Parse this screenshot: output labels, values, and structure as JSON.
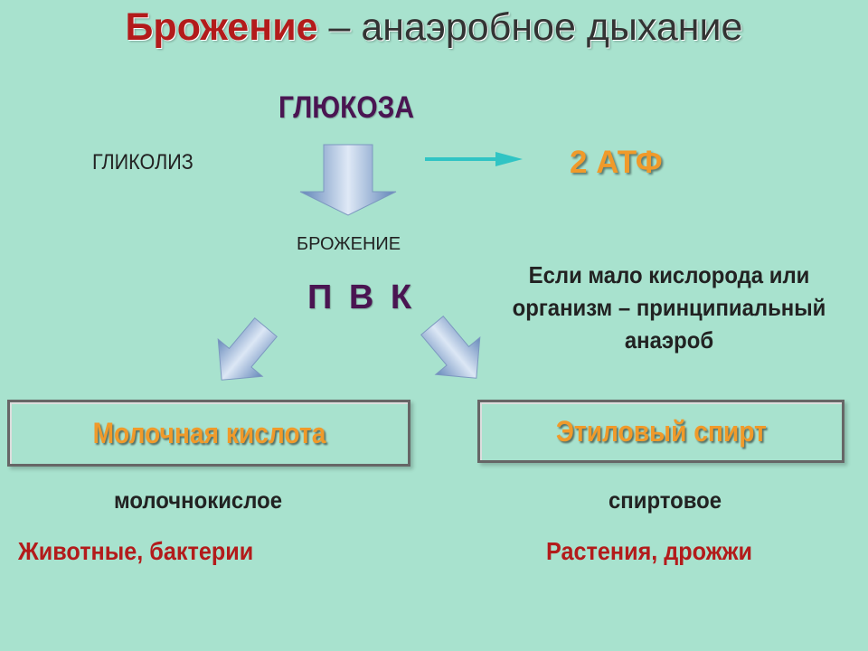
{
  "title": {
    "accent": "Брожение",
    "rest": " – анаэробное дыхание"
  },
  "nodes": {
    "glucose": "ГЛЮКОЗА",
    "glycolysis": "ГЛИКОЛИЗ",
    "atp": "2 АТФ",
    "fermentation": "БРОЖЕНИЕ",
    "pvk": "П В К",
    "condition": "Если мало кислорода или организм – принципиальный анаэроб"
  },
  "branches": [
    {
      "product": "Молочная кислота",
      "type": "молочнокислое",
      "organisms": "Животные, бактерии"
    },
    {
      "product": "Этиловый спирт",
      "type": "спиртовое",
      "organisms": "Растения, дрожжи"
    }
  ],
  "colors": {
    "background": "#a8e2ce",
    "accent_red": "#b31b1b",
    "orange": "#f09a2a",
    "purple": "#4a1552",
    "teal_arrow": "#30c4c4"
  }
}
